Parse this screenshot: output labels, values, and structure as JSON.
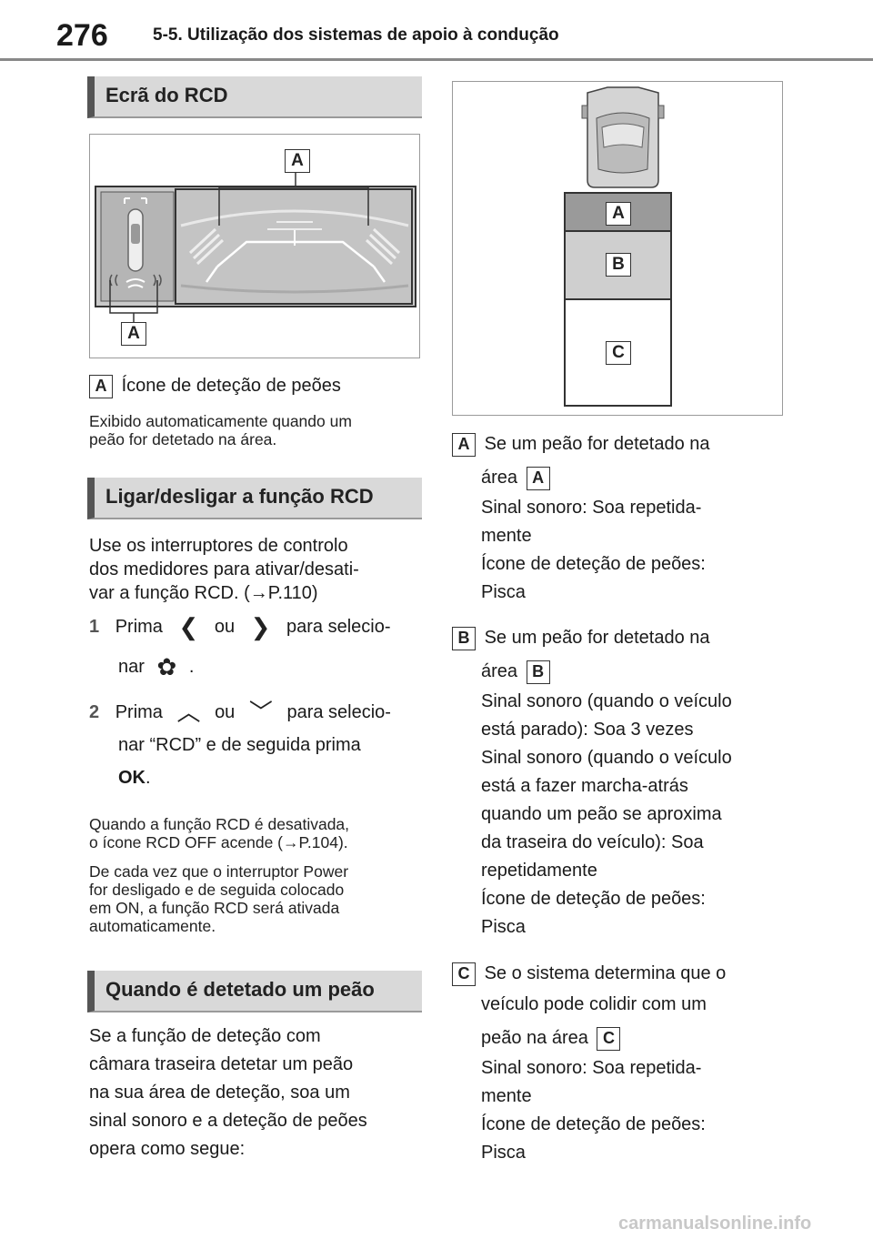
{
  "header": {
    "page_number": "276",
    "title": "5-5. Utilização dos sistemas de apoio à condução"
  },
  "sections": {
    "rcd_screen": {
      "heading": "Ecrã do RCD"
    },
    "toggle": {
      "heading": "Ligar/desligar a função RCD"
    },
    "detected": {
      "heading": "Quando é detetado um peão"
    }
  },
  "figure_left": {
    "tag_top": "A",
    "tag_bottom": "A"
  },
  "legend_a": {
    "tag": "A",
    "text": "Ícone de deteção de peões"
  },
  "legend_a_note": {
    "line1": "Exibido automaticamente quando um",
    "line2": "peão for detetado na área."
  },
  "toggle_body": {
    "line1": "Use os interruptores de controlo",
    "line2": "dos medidores para ativar/desati-",
    "line3": "var a função RCD. (→P.110)"
  },
  "step1": {
    "num": "1",
    "prefix": "Prima",
    "glyph_left": "❮",
    "or": "ou",
    "glyph_right": "❯",
    "suffix": "para selecio-",
    "line2_prefix": "nar",
    "gear": "✿",
    "line2_suffix": "."
  },
  "step2": {
    "num": "2",
    "prefix": "Prima",
    "glyph_up": "︿",
    "or": "ou",
    "glyph_down": "﹀",
    "suffix": "para selecio-",
    "line2": "nar “RCD” e de seguida prima",
    "ok": "OK",
    "line3_suffix": "."
  },
  "toggle_notes": {
    "n1_line1": "Quando a função RCD é desativada,",
    "n1_line2": "o ícone RCD OFF acende (→P.104).",
    "n2_line1": "De cada vez que o interruptor Power",
    "n2_line2": "for desligado e de seguida colocado",
    "n2_line3": "em ON, a função RCD será ativada",
    "n2_line4": "automaticamente."
  },
  "detected_body": {
    "line1": "Se a função de deteção com",
    "line2": "câmara traseira detetar um peão",
    "line3": "na sua área de deteção, soa um",
    "line4": "sinal sonoro e a deteção de peões",
    "line5": "opera como segue:"
  },
  "figure_right": {
    "zone_a": "A",
    "zone_b": "B",
    "zone_c": "C"
  },
  "zone_a_desc": {
    "tag": "A",
    "l1": "Se um peão for detetado na",
    "l2": "área",
    "l2_tag": "A",
    "l3": "Sinal sonoro: Soa repetida-",
    "l4": "mente",
    "l5": "Ícone de deteção de peões:",
    "l6": "Pisca"
  },
  "zone_b_desc": {
    "tag": "B",
    "l1": "Se um peão for detetado na",
    "l2": "área",
    "l2_tag": "B",
    "l3": "Sinal sonoro (quando o veículo",
    "l4": "está parado): Soa 3 vezes",
    "l5": "Sinal sonoro (quando o veículo",
    "l6": "está a fazer marcha-atrás",
    "l7": "quando um peão se aproxima",
    "l8": "da traseira do veículo): Soa",
    "l9": "repetidamente",
    "l10": "Ícone de deteção de peões:",
    "l11": "Pisca"
  },
  "zone_c_desc": {
    "tag": "C",
    "l1": "Se o sistema determina que o",
    "l2": "veículo pode colidir com um",
    "l3": "peão na área",
    "l3_tag": "C",
    "l4": "Sinal sonoro: Soa repetida-",
    "l5": "mente",
    "l6": "Ícone de deteção de peões:",
    "l7": "Pisca"
  },
  "footer": {
    "watermark": "carmanualsonline.info"
  }
}
